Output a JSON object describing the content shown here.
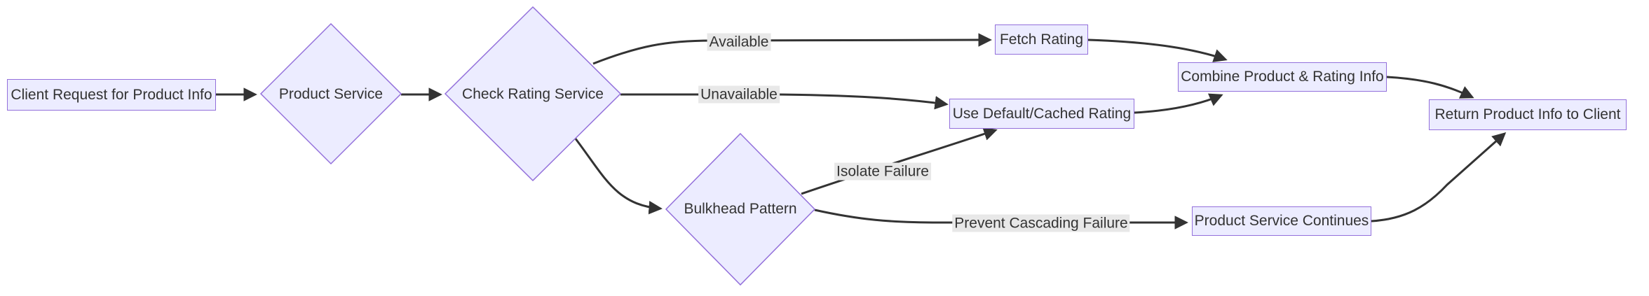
{
  "diagram": {
    "type": "flowchart",
    "direction": "left-to-right",
    "colors": {
      "node_fill": "#ECECFF",
      "node_border": "#9370DB",
      "edge_stroke": "#333333",
      "edge_label_background": "#e8e8e8",
      "text": "#333333",
      "background": "#ffffff"
    },
    "nodes": [
      {
        "id": "client-request",
        "label": "Client Request for Product Info",
        "shape": "rect"
      },
      {
        "id": "product-service",
        "label": "Product Service",
        "shape": "diamond"
      },
      {
        "id": "check-rating",
        "label": "Check Rating Service",
        "shape": "diamond"
      },
      {
        "id": "fetch-rating",
        "label": "Fetch Rating",
        "shape": "rect"
      },
      {
        "id": "use-default",
        "label": "Use Default/Cached Rating",
        "shape": "rect"
      },
      {
        "id": "bulkhead",
        "label": "Bulkhead Pattern",
        "shape": "diamond"
      },
      {
        "id": "combine",
        "label": "Combine Product & Rating Info",
        "shape": "rect"
      },
      {
        "id": "psc",
        "label": "Product Service Continues",
        "shape": "rect"
      },
      {
        "id": "return",
        "label": "Return Product Info to Client",
        "shape": "rect"
      }
    ],
    "edges": [
      {
        "from": "client-request",
        "to": "product-service",
        "label": ""
      },
      {
        "from": "product-service",
        "to": "check-rating",
        "label": ""
      },
      {
        "from": "check-rating",
        "to": "fetch-rating",
        "label": "Available"
      },
      {
        "from": "check-rating",
        "to": "use-default",
        "label": "Unavailable"
      },
      {
        "from": "check-rating",
        "to": "bulkhead",
        "label": ""
      },
      {
        "from": "bulkhead",
        "to": "use-default",
        "label": "Isolate Failure"
      },
      {
        "from": "bulkhead",
        "to": "psc",
        "label": "Prevent Cascading Failure"
      },
      {
        "from": "fetch-rating",
        "to": "combine",
        "label": ""
      },
      {
        "from": "use-default",
        "to": "combine",
        "label": ""
      },
      {
        "from": "combine",
        "to": "return",
        "label": ""
      },
      {
        "from": "psc",
        "to": "return",
        "label": ""
      }
    ]
  }
}
